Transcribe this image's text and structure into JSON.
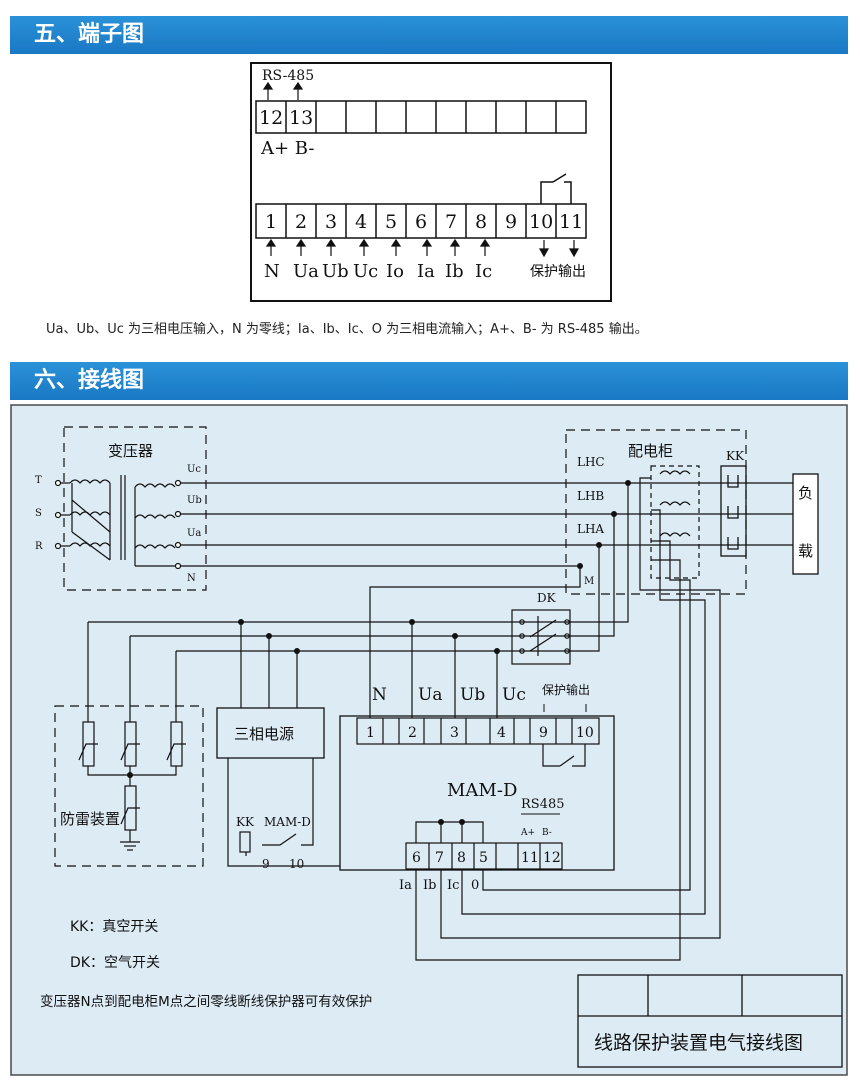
{
  "section5_title": "五、端子图",
  "section6_title": "六、接线图",
  "terminal": {
    "rs485": "RS-485",
    "top_numbers": [
      "12",
      "13"
    ],
    "ab": "A+ B-",
    "bottom_numbers": [
      "1",
      "2",
      "3",
      "4",
      "5",
      "6",
      "7",
      "8",
      "9",
      "10",
      "11"
    ],
    "signals": [
      "N",
      "Ua",
      "Ub",
      "Uc",
      "Io",
      "Ia",
      "Ib",
      "Ic"
    ],
    "protect_output": "保护输出"
  },
  "note": "Ua、Ub、Uc 为三相电压输入，N 为零线；Ia、Ib、Ic、O 为三相电流输入；A+、B- 为 RS-485 输出。",
  "wiring": {
    "transformer": "变压器",
    "phases_in": [
      "T",
      "S",
      "R"
    ],
    "phases_out": [
      "Uc",
      "Ub",
      "Ua",
      "N"
    ],
    "cabinet": "配电柜",
    "lh": [
      "LHC",
      "LHB",
      "LHA"
    ],
    "m": "M",
    "kk": "KK",
    "load": [
      "负",
      "载"
    ],
    "dk": "DK",
    "device_signals": [
      "N",
      "Ua",
      "Ub",
      "Uc"
    ],
    "protect_output": "保护输出",
    "device_numbers": [
      "1",
      "2",
      "3",
      "4",
      "9",
      "10"
    ],
    "power": "三相电源",
    "power_kk": "KK",
    "power_mam": "MAM-D",
    "power_nums": [
      "9",
      "10"
    ],
    "lightning": "防雷装置",
    "model": "MAM-D",
    "rs485": "RS485",
    "ab": [
      "A+",
      "B-"
    ],
    "current_numbers": [
      "6",
      "7",
      "8",
      "5",
      "11",
      "12"
    ],
    "current_signals": [
      "Ia",
      "Ib",
      "Ic",
      "0"
    ],
    "legend_kk": "KK：真空开关",
    "legend_dk": "DK：空气开关",
    "legend_note": "变压器N点到配电柜M点之间零线断线保护器可有效保护",
    "title_block": "线路保护装置电气接线图"
  }
}
